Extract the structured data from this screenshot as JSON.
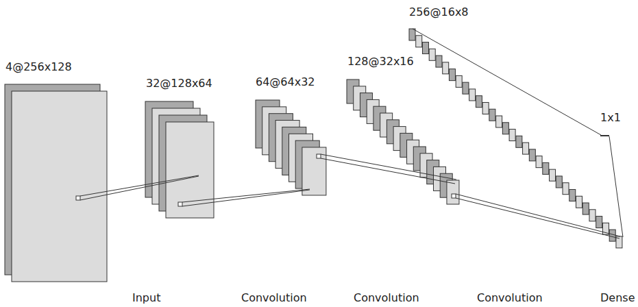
{
  "diagram": {
    "labels": [
      "4@256x128",
      "32@128x64",
      "64@64x32",
      "128@32x16",
      "256@16x8",
      "1x1",
      "Input",
      "Convolution",
      "Convolution",
      "Convolution",
      "Dense"
    ]
  }
}
